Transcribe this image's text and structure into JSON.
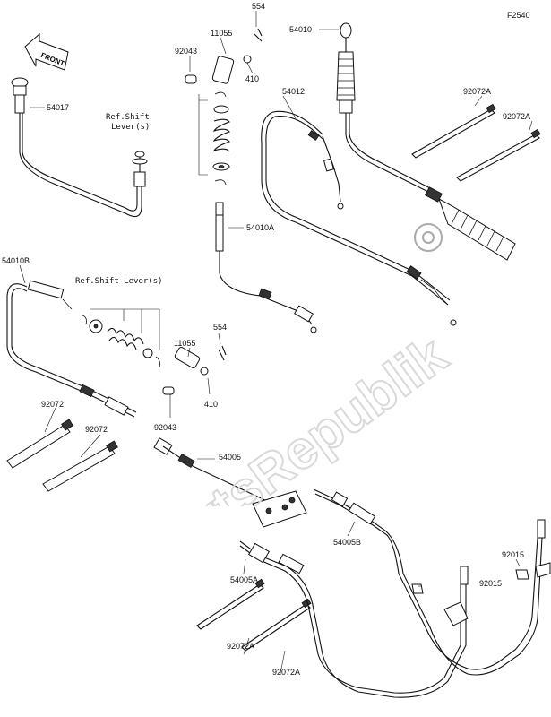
{
  "figure_code": "F2540",
  "front_arrow_label": "FRONT",
  "watermark": "PartsRepublik",
  "labels": {
    "l554_top": "554",
    "l11055_top": "11055",
    "l92043_top": "92043",
    "l410_top": "410",
    "l54010": "54010",
    "l54017": "54017",
    "l54012": "54012",
    "l92072A_1": "92072A",
    "l92072A_2": "92072A",
    "l54010A": "54010A",
    "l54010B": "54010B",
    "l554_mid": "554",
    "l11055_mid": "11055",
    "l410_mid": "410",
    "l92043_mid": "92043",
    "l92072_1": "92072",
    "l92072_2": "92072",
    "l54005": "54005",
    "l54005B": "54005B",
    "l54005A": "54005A",
    "l92015_1": "92015",
    "l92015_2": "92015",
    "l92072A_3": "92072A",
    "l92072A_4": "92072A"
  },
  "refs": {
    "ref_top_line1": "Ref.Shift",
    "ref_top_line2": "Lever(s)",
    "ref_mid": "Ref.Shift Lever(s)"
  }
}
